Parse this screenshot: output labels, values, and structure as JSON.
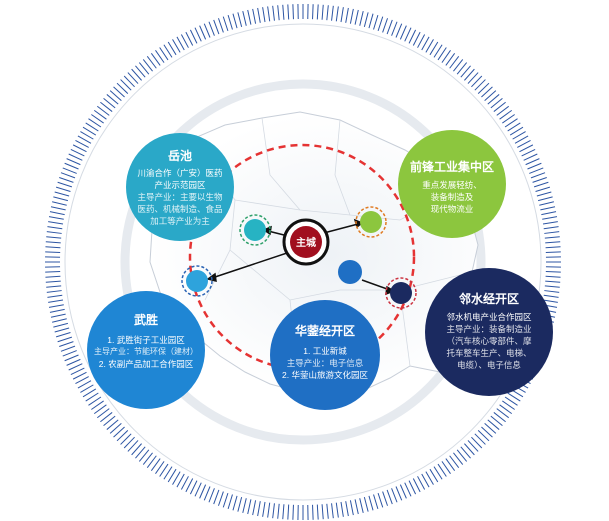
{
  "center": {
    "label": "主城"
  },
  "zones": [
    {
      "id": "yuechi",
      "title": "岳池",
      "color": "#2aa8c8",
      "lines": [
        "川渝合作（广安）医药",
        "产业示范园区",
        "主导产业：主要以生物",
        "医药、机械制造、食品",
        "加工等产业为主"
      ]
    },
    {
      "id": "qianfeng",
      "title": "前锋工业集中区",
      "color": "#8cc63e",
      "lines": [
        "重点发展轻纺、",
        "装备制造及",
        "现代物流业"
      ]
    },
    {
      "id": "wusheng",
      "title": "武胜",
      "color": "#1f86d4",
      "lines": [
        "1. 武胜街子工业园区",
        "主导产业：节能环保（建材）",
        "2. 农副产品加工合作园区"
      ]
    },
    {
      "id": "huaying",
      "title": "华蓥经开区",
      "color": "#1f6fc4",
      "lines": [
        "1. 工业新城",
        "主导产业：电子信息",
        "2. 华蓥山旅游文化园区"
      ]
    },
    {
      "id": "linshui",
      "title": "邻水经开区",
      "color": "#1b2a60",
      "lines": [
        "邻水机电产业合作园区",
        "主导产业：装备制造业",
        "（汽车核心零部件、摩",
        "托车整车生产、电梯、",
        "电缆）、电子信息"
      ]
    }
  ]
}
